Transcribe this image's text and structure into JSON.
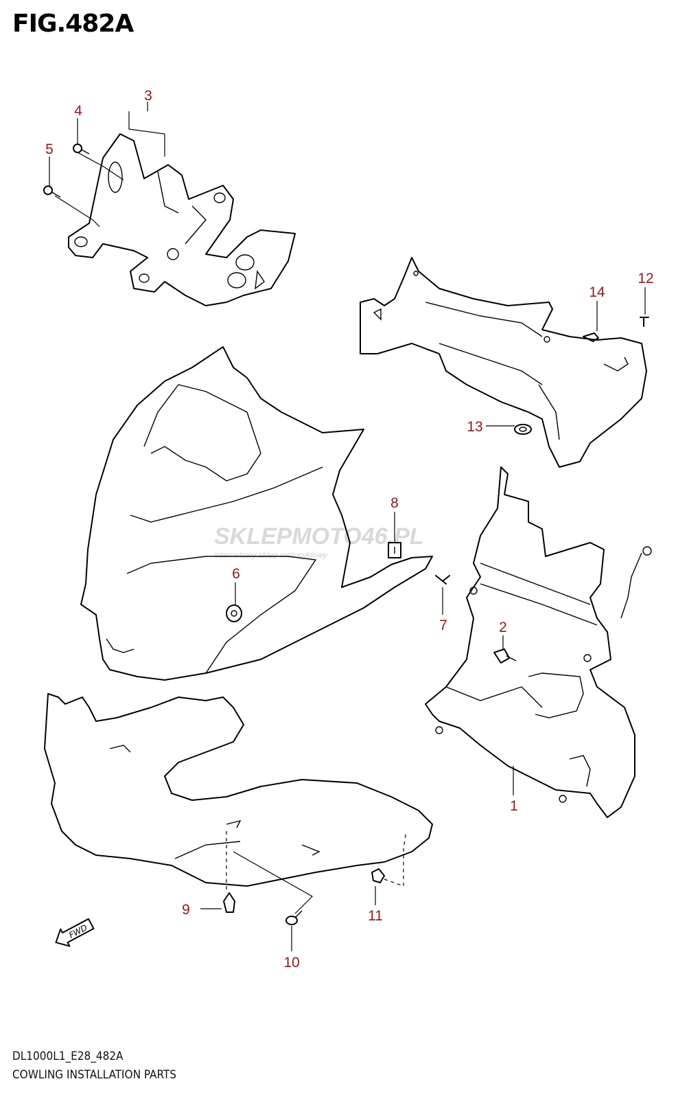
{
  "figure": {
    "title": "FIG.482A",
    "model_code": "DL1000L1_E28_482A",
    "caption": "COWLING INSTALLATION PARTS"
  },
  "watermark": {
    "brand": "SKLEPMOTO46.PL",
    "tagline": "internetowy sklep motocyklowy"
  },
  "direction_marker": "FWD",
  "callouts": [
    "1",
    "2",
    "3",
    "4",
    "5",
    "6",
    "7",
    "8",
    "9",
    "10",
    "11",
    "12",
    "13",
    "14"
  ],
  "colors": {
    "callout": "#8b1a1a",
    "line": "#000000",
    "watermark": "#d9d9d9"
  }
}
